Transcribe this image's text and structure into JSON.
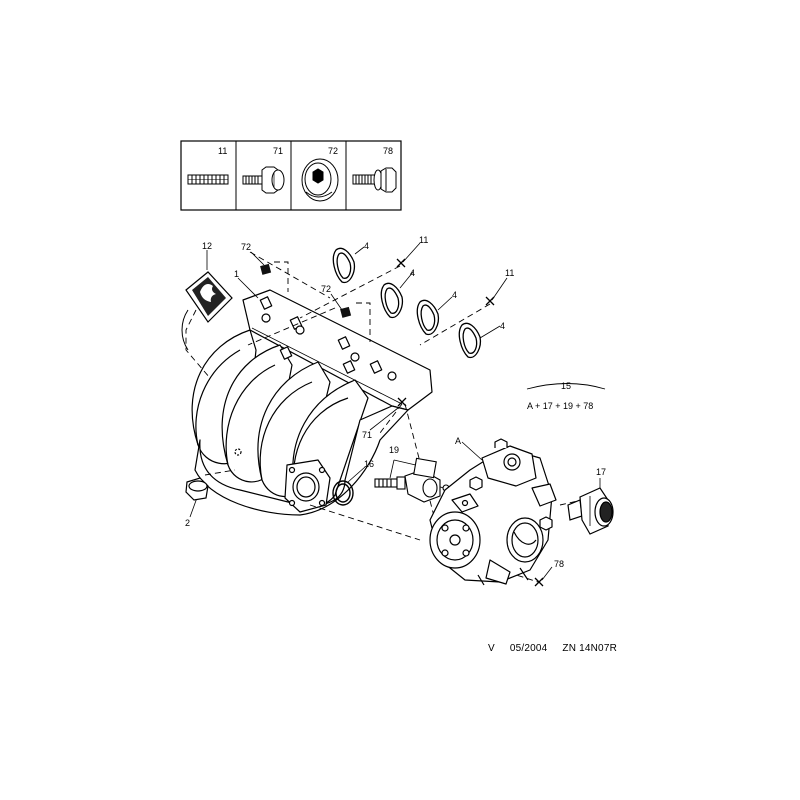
{
  "fastener_box": {
    "items": [
      {
        "ref": "11",
        "part": "stud"
      },
      {
        "ref": "71",
        "part": "nut"
      },
      {
        "ref": "72",
        "part": "washer"
      },
      {
        "ref": "78",
        "part": "bolt"
      }
    ]
  },
  "callouts": {
    "c12": "12",
    "c72a": "72",
    "c4a": "4",
    "c11a": "11",
    "c1": "1",
    "c72b": "72",
    "c4b": "4",
    "c4c": "4",
    "c11b": "11",
    "c4d": "4",
    "c15": "15",
    "c71": "71",
    "cA": "A",
    "c19": "19",
    "c16": "16",
    "c17": "17",
    "c2": "2",
    "c78": "78"
  },
  "kit_formula": "A + 17 + 19 + 78",
  "footer": {
    "version": "V",
    "date": "05/2004",
    "code": "ZN 14N07R"
  },
  "colors": {
    "line": "#000000",
    "background": "#ffffff",
    "fill_light": "#ffffff",
    "fill_dark": "#222222"
  }
}
